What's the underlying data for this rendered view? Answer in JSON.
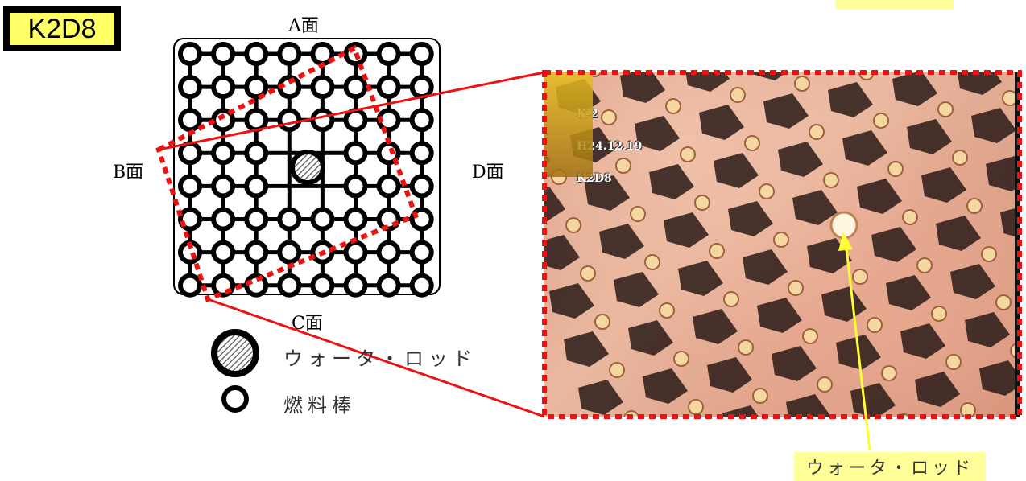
{
  "assembly_id": "K2D8",
  "faces": {
    "a": "A面",
    "b": "B面",
    "c": "C面",
    "d": "D面"
  },
  "legend": {
    "water_rod": "ウォータ・ロッド",
    "fuel_rod": "燃料棒"
  },
  "photo_overlay": {
    "line1": "K-2",
    "line2": "H24.12.19",
    "line3": "K2D8"
  },
  "callout": "ウォータ・ロッド",
  "colors": {
    "frame_red": "#ee1111",
    "label_yellow": "#ffff66",
    "callout_yellow": "#ffff99",
    "arrow_yellow": "#ffff33"
  }
}
